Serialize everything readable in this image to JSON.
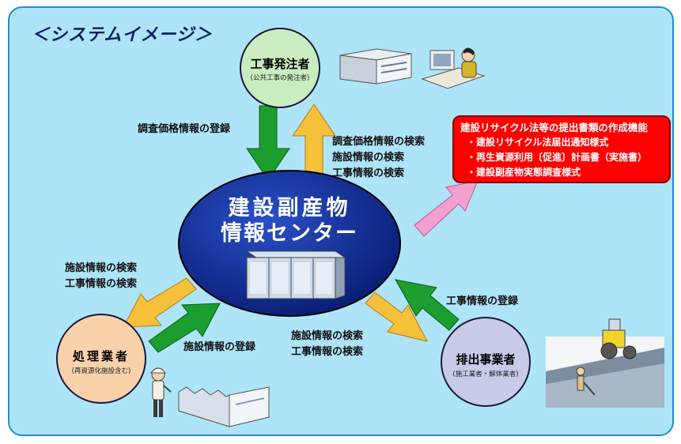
{
  "title": "＜システムイメージ＞",
  "center": {
    "line1": "建設副産物",
    "line2": "情報センター"
  },
  "nodes": {
    "orderer": {
      "title": "工事発注者",
      "subtitle": "(公共工事の発注者)"
    },
    "processor": {
      "title": "処理業者",
      "subtitle": "(再資源化施設含む)"
    },
    "emitter": {
      "title": "排出事業者",
      "subtitle": "(施工業者・解体業者)"
    }
  },
  "labels": {
    "orderer_register": "調査価格情報の登録",
    "orderer_search": [
      "調査価格情報の検索",
      "施設情報の検索",
      "工事情報の検索"
    ],
    "processor_search": [
      "施設情報の検索",
      "工事情報の検索"
    ],
    "processor_register": "施設情報の登録",
    "emitter_search": [
      "施設情報の検索",
      "工事情報の検索"
    ],
    "emitter_register": "工事情報の登録"
  },
  "feature_box": {
    "title": "建設リサイクル法等の提出書類の作成機能",
    "items": [
      "・建設リサイクル法届出通知様式",
      "・再生資源利用〔促進〕計画書（実施書）",
      "・建設副産物実態調査様式"
    ]
  },
  "colors": {
    "background": "#aee4f7",
    "border": "#1b8fd0",
    "center_fill": "#0a2a8c",
    "orderer_fill": "#c9ecc0",
    "processor_fill": "#f9d2ab",
    "emitter_fill": "#c7cbe8",
    "arrow_green": "#1b9e2e",
    "arrow_yellow": "#f7c03a",
    "arrow_pink": "#f39fd0",
    "feature_box": "#ff0000"
  },
  "icons": [
    "office-building-icon",
    "computer-worker-icon",
    "server-cabinet-icon",
    "factory-building-icon",
    "hardhat-worker-icon",
    "road-roller-icon"
  ]
}
